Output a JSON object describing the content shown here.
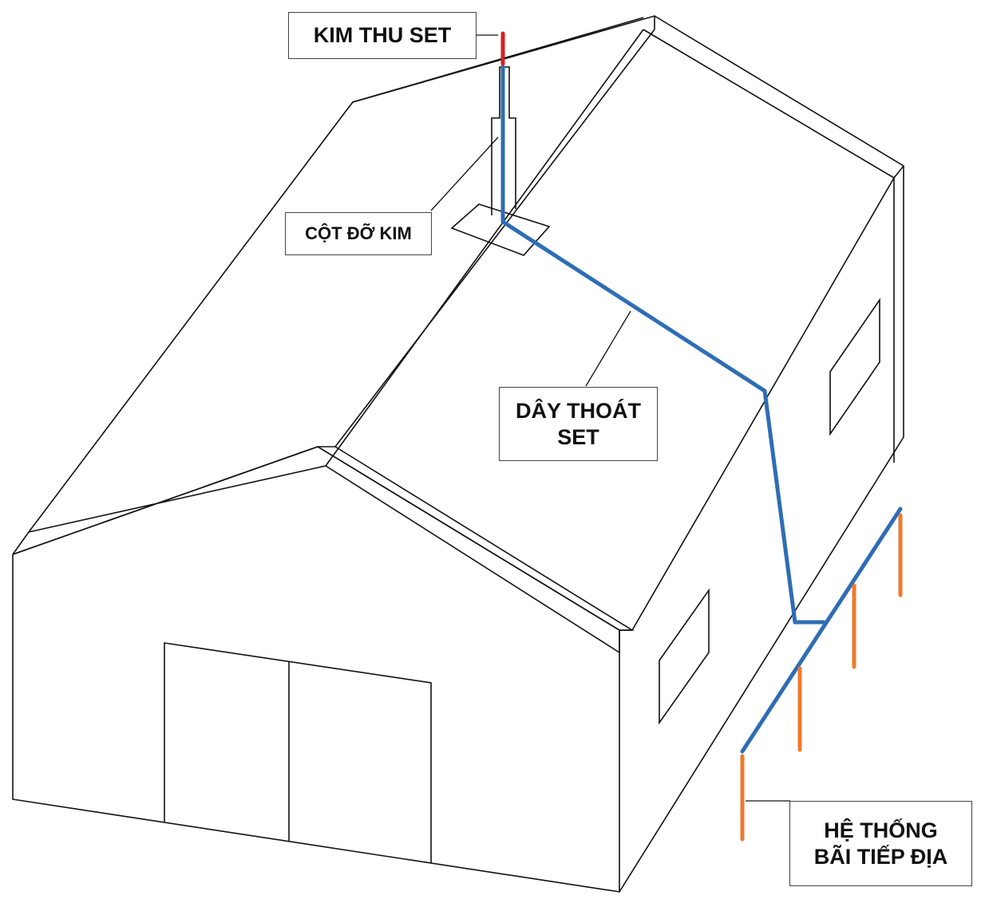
{
  "labels": {
    "air_terminal": "KIM THU SET",
    "mast": "CỘT ĐỠ KIM",
    "down_conductor": [
      "DÂY THOÁT",
      "SET"
    ],
    "grounding_system": [
      "HỆ THỐNG",
      "BÃI TIẾP ĐỊA"
    ]
  },
  "colors": {
    "air_terminal": "#d62020",
    "down_conductor": "#2e6db4",
    "ground_rods": "#ee7a2c",
    "outline": "#111111",
    "background": "#ffffff"
  }
}
